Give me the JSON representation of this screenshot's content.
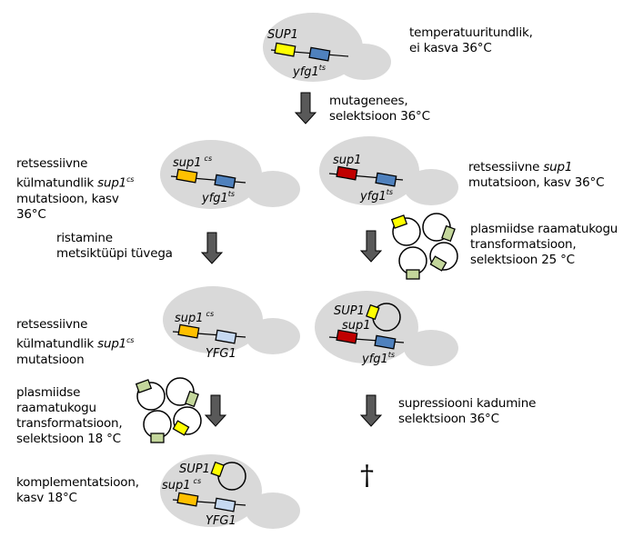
{
  "colors": {
    "cell": "#d9d9d9",
    "wt_gene": "#ffff00",
    "cs_gene": "#ffc000",
    "null_gene": "#c00000",
    "ts_gene": "#4f81bd",
    "wt_yfg": "#c6d9f1",
    "library_gene": "#c3d69b",
    "arrow": "#595959"
  },
  "top": {
    "cell": {
      "gene1": "SUP1",
      "gene2": "yfg1",
      "gene2_sup": "ts"
    },
    "desc_line1": "temperatuuritundlik,",
    "desc_line2": "ei kasva 36°C",
    "arrow_line1": "mutagenees,",
    "arrow_line2": "selektsioon 36°C"
  },
  "left": {
    "cell1": {
      "gene1": "sup1",
      "gene1_sup": "cs",
      "gene2": "yfg1",
      "gene2_sup": "ts"
    },
    "desc1_line1": "retsessiivne",
    "desc1_line2_a": "külmatundlik ",
    "desc1_line2_gene": "sup1",
    "desc1_line2_sup": "cs",
    "desc1_line3": "mutatsioon, kasv",
    "desc1_line4": "36°C",
    "arrow1_line1": "ristamine",
    "arrow1_line2": "metsiktüüpi tüvega",
    "cell2": {
      "gene1": "sup1",
      "gene1_sup": "cs",
      "gene2": "YFG1"
    },
    "desc2_line1": "retsessiivne",
    "desc2_line2_a": "külmatundlik ",
    "desc2_line2_gene": "sup1",
    "desc2_line2_sup": "cs",
    "desc2_line3": "mutatsioon",
    "arrow2_line1": "plasmiidse",
    "arrow2_line2": "raamatukogu",
    "arrow2_line3": "transformatsioon,",
    "arrow2_line4": "selektsioon 18 °C",
    "cell3": {
      "plasmid_gene": "SUP1",
      "gene1": "sup1",
      "gene1_sup": "cs",
      "gene2": "YFG1"
    },
    "desc3_line1": "komplementatsioon,",
    "desc3_line2": "kasv 18°C"
  },
  "right": {
    "cell1": {
      "gene1": "sup1",
      "gene2": "yfg1",
      "gene2_sup": "ts"
    },
    "desc1_line1_a": "retsessiivne ",
    "desc1_line1_gene": "sup1",
    "desc1_line2": "mutatsioon, kasv 36°C",
    "arrow1_line1": "plasmiidse raamatukogu",
    "arrow1_line2": "transformatsioon,",
    "arrow1_line3": "selektsioon 25 °C",
    "cell2": {
      "plasmid_gene": "SUP1",
      "gene1": "sup1",
      "gene2": "yfg1",
      "gene2_sup": "ts"
    },
    "arrow2_line1": "supressiooni kadumine",
    "arrow2_line2": "selektsioon 36°C",
    "death_symbol": "†"
  }
}
